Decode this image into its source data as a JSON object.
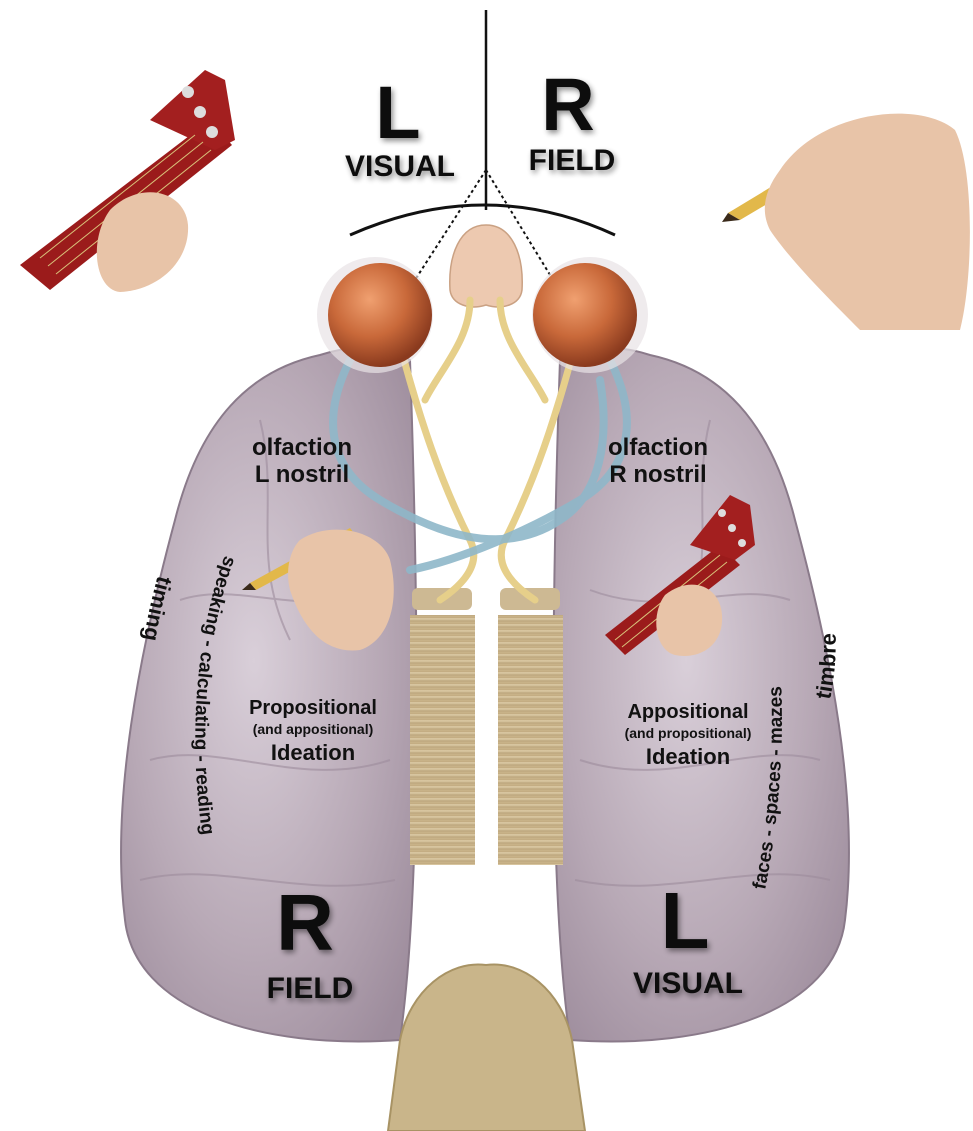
{
  "top": {
    "left_letter": "L",
    "right_letter": "R",
    "left_word": "VISUAL",
    "right_word": "FIELD"
  },
  "left_hemisphere": {
    "olfaction_line1": "olfaction",
    "olfaction_line2": "L nostril",
    "arc_inner": "speaking - calculating - reading",
    "arc_outer": "timing",
    "ideation_line1": "Propositional",
    "ideation_line2": "(and appositional)",
    "ideation_line3": "Ideation",
    "field_letter": "R",
    "field_word": "FIELD"
  },
  "right_hemisphere": {
    "olfaction_line1": "olfaction",
    "olfaction_line2": "R nostril",
    "arc_inner": "faces - spaces - mazes",
    "arc_outer": "timbre",
    "ideation_line1": "Appositional",
    "ideation_line2": "(and propositional)",
    "ideation_line3": "Ideation",
    "field_letter": "L",
    "field_word": "VISUAL"
  },
  "icons": {
    "guitar": "guitar-hand-icon",
    "pencil": "pencil-hand-icon"
  },
  "colors": {
    "brain": "#b8a9b6",
    "eye": "#c9693a",
    "optic_nerve_yellow": "#e6cf8a",
    "optic_nerve_blue": "#8fb7c9",
    "corpus_callosum": "#cdb993",
    "guitar": "#9b1b1b",
    "pencil": "#e2b84a",
    "skin": "#e8c4a8"
  }
}
